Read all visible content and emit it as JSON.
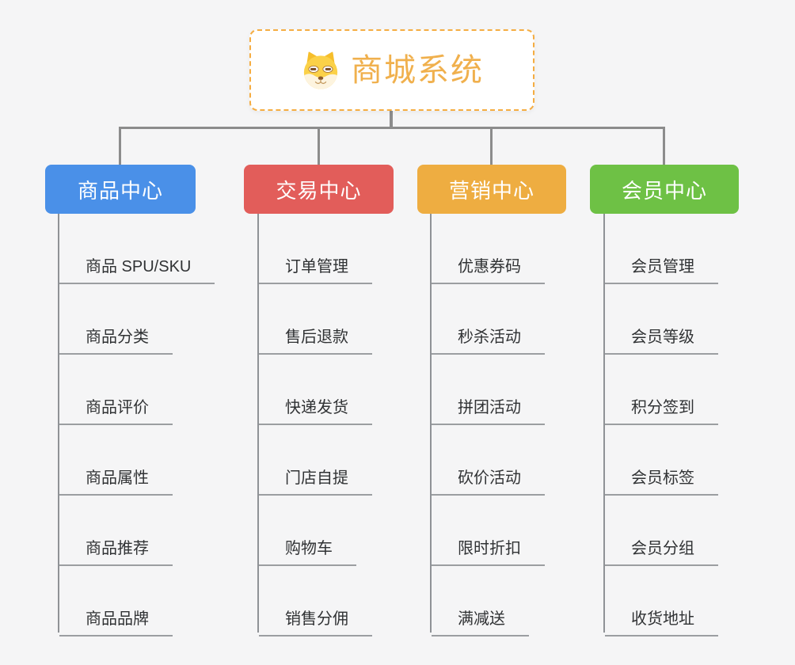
{
  "root": {
    "title": "商城系统",
    "icon": "dog-face-icon",
    "title_color": "#F0B04D",
    "border_color": "#F5AD42",
    "background": "#FFFFFF"
  },
  "connector_color": "#8C8C8C",
  "line_colors": {
    "spine": "#8F9296",
    "underline": "#9B9EA1"
  },
  "leaf_text_color": "#303234",
  "branches": [
    {
      "label": "商品中心",
      "color": "#4A90E8",
      "items": [
        "商品 SPU/SKU",
        "商品分类",
        "商品评价",
        "商品属性",
        "商品推荐",
        "商品品牌"
      ]
    },
    {
      "label": "交易中心",
      "color": "#E25D5A",
      "items": [
        "订单管理",
        "售后退款",
        "快递发货",
        "门店自提",
        "购物车",
        "销售分佣"
      ]
    },
    {
      "label": "营销中心",
      "color": "#EEAD41",
      "items": [
        "优惠券码",
        "秒杀活动",
        "拼团活动",
        "砍价活动",
        "限时折扣",
        "满减送"
      ]
    },
    {
      "label": "会员中心",
      "color": "#6EC145",
      "items": [
        "会员管理",
        "会员等级",
        "积分签到",
        "会员标签",
        "会员分组",
        "收货地址"
      ]
    }
  ]
}
